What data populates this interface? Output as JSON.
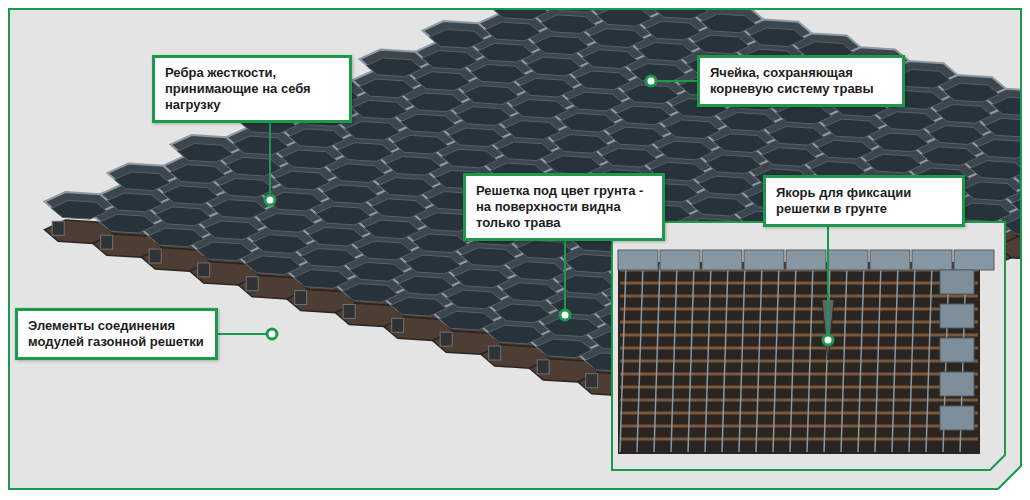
{
  "diagram": {
    "nodes": [
      {
        "text": [
          "Ребра жесткости, принимающие на себя нагрузку"
        ]
      },
      {
        "text": [
          "Ячейка, сохраняющая корневую систему травы"
        ]
      },
      {
        "text": [
          "Решетка под цвет грунта - на поверхности видна только трава"
        ]
      },
      {
        "text": [
          "Якорь для фиксации решетки в грунте"
        ]
      },
      {
        "text": [
          "Элементы соединения модулей газонной решетки"
        ]
      }
    ]
  }
}
